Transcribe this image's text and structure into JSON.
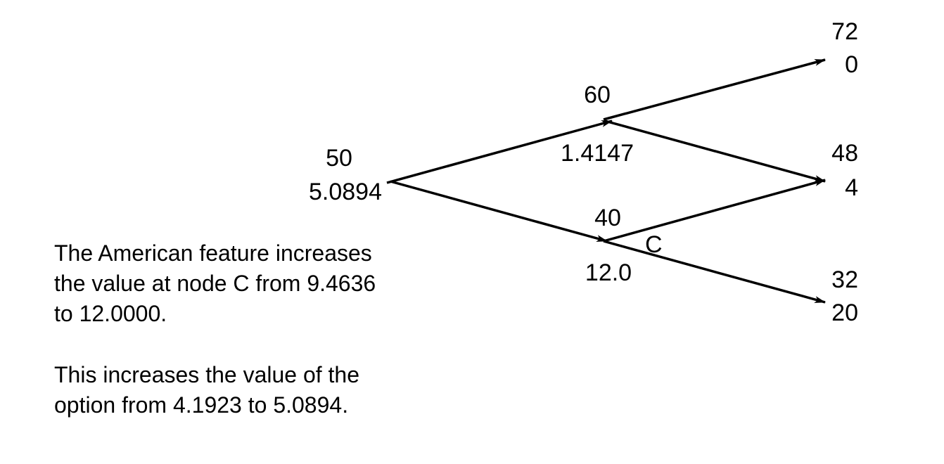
{
  "tree": {
    "root": {
      "price": "50",
      "value": "5.0894"
    },
    "up": {
      "price": "60",
      "value": "1.4147"
    },
    "down": {
      "price": "40",
      "value": "12.0",
      "node_label": "C"
    },
    "uu": {
      "price": "72",
      "value": "0"
    },
    "ud": {
      "price": "48",
      "value": "4"
    },
    "dd": {
      "price": "32",
      "value": "20"
    }
  },
  "notes": [
    "The American feature increases the value at node C from 9.4636 to 12.0000.",
    "This increases the value of the option from 4.1923 to 5.0894."
  ],
  "colors": {
    "line": "#000000",
    "text": "#000000",
    "background": "#ffffff"
  }
}
